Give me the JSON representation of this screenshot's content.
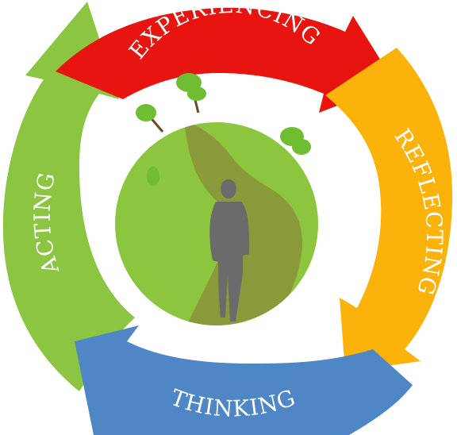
{
  "stages": [
    {
      "id": "experiencing",
      "label": "EXPERIENCING",
      "color": "#e8140f"
    },
    {
      "id": "reflecting",
      "label": "REFLECTING",
      "color": "#fbb20b"
    },
    {
      "id": "thinking",
      "label": "THINKING",
      "color": "#4f87c6"
    },
    {
      "id": "acting",
      "label": "ACTING",
      "color": "#8bc541"
    }
  ],
  "globe": {
    "color": "#8cc63f",
    "path_color": "#8a9a3a",
    "figure_color": "#6b6b6b",
    "tree_color": "#6fbe32"
  }
}
